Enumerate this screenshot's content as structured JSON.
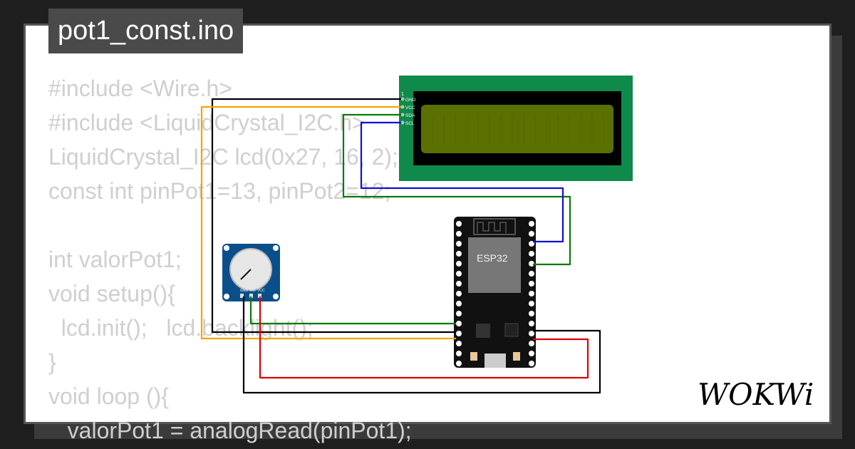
{
  "title": "pot1_const.ino",
  "code_lines": [
    "#include <Wire.h>",
    "#include <LiquidCrystal_I2C.h>",
    "LiquidCrystal_I2C lcd(0x27, 16, 2);",
    "const int pinPot1=13, pinPot2=12;",
    "",
    "int valorPot1;",
    "void setup(){",
    "  lcd.init();   lcd.backlight();",
    "}",
    "void loop (){",
    "   valorPot1 = analogRead(pinPot1);"
  ],
  "lcd": {
    "pin_1_label": "1",
    "pins": [
      "GND",
      "VCC",
      "SDA",
      "SCL"
    ]
  },
  "esp32": {
    "label": "ESP32"
  },
  "potentiometer": {
    "pins": [
      "GND",
      "SIG",
      "VCC"
    ]
  },
  "logo": {
    "text": "WOKWi"
  },
  "colors": {
    "wire_gnd": "#000000",
    "wire_vcc": "#f0a500",
    "wire_sda": "#0b7a0b",
    "wire_scl": "#1010d0",
    "wire_power": "#e00000",
    "lcd_board": "#0f8a4a",
    "lcd_screen": "#5a7000"
  }
}
